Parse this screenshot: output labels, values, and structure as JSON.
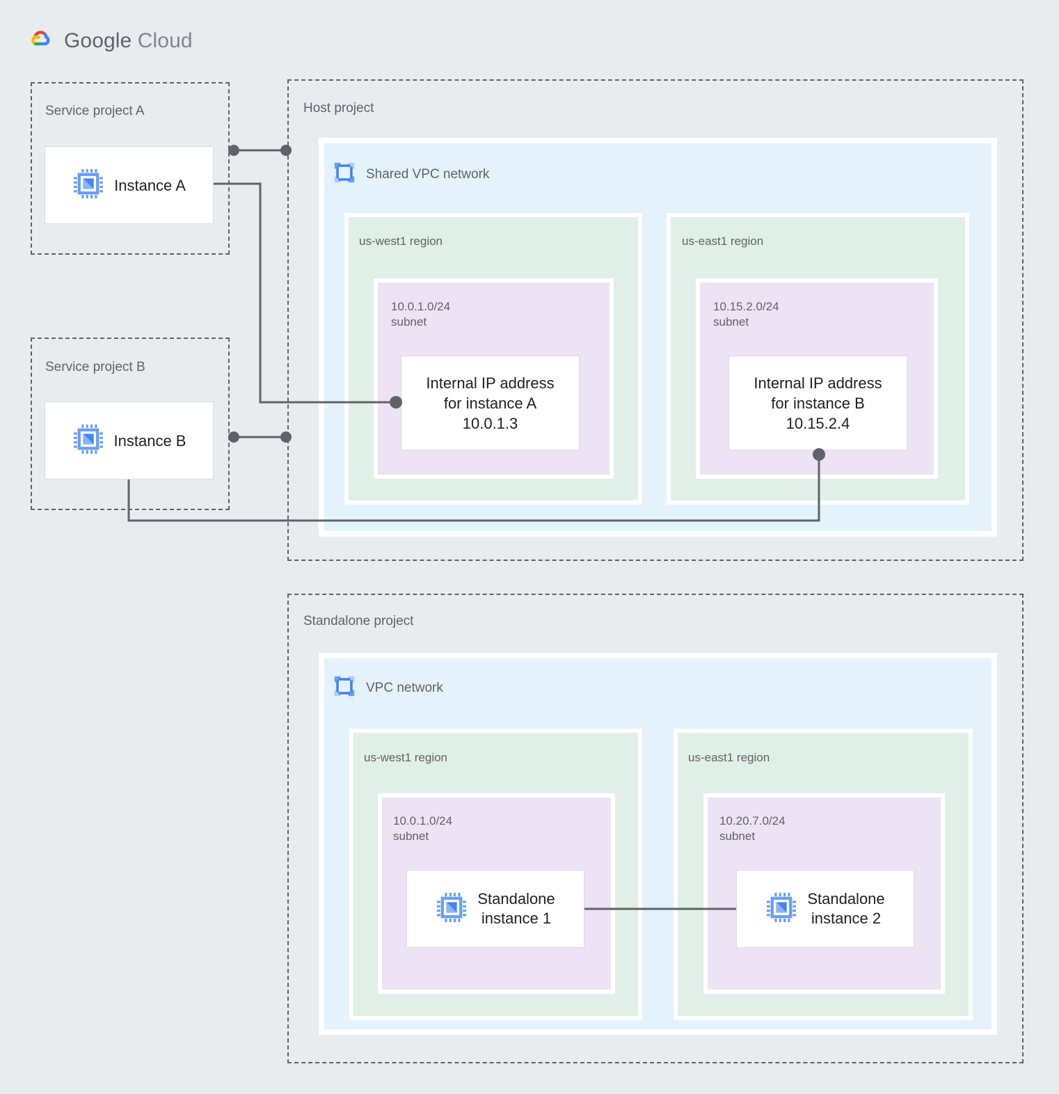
{
  "brand": {
    "name_bold": "Google",
    "name_light": "Cloud",
    "logo_icon": "google-cloud-logo-icon",
    "colors": {
      "logo_red": "#ea4335",
      "logo_blue": "#4285f4",
      "logo_yellow": "#fbbc05",
      "logo_green": "#34a853",
      "icon_blue": "#669df6",
      "icon_blue_light": "#aecbfa",
      "text_gray": "#5f6368",
      "text_dark": "#202124",
      "vpc_bg": "#e3f2fb",
      "region_bg": "#e0efe7",
      "subnet_bg": "#ece3f4",
      "page_bg": "#e8ecee",
      "connector": "#5f6368"
    }
  },
  "projects": {
    "service_a": {
      "label": "Service project A",
      "instance": {
        "label": "Instance A",
        "icon": "vm-instance-icon"
      }
    },
    "service_b": {
      "label": "Service project B",
      "instance": {
        "label": "Instance B",
        "icon": "vm-instance-icon"
      }
    },
    "host": {
      "label": "Host project",
      "network": {
        "title": "Shared VPC network",
        "icon": "vpc-network-icon",
        "regions": [
          {
            "label": "us-west1 region",
            "subnet": {
              "cidr": "10.0.1.0/24",
              "kind": "subnet",
              "node": {
                "text": "Internal IP address\nfor instance A\n10.0.1.3"
              }
            }
          },
          {
            "label": "us-east1 region",
            "subnet": {
              "cidr": "10.15.2.0/24",
              "kind": "subnet",
              "node": {
                "text": "Internal IP address\nfor instance B\n10.15.2.4"
              }
            }
          }
        ]
      }
    },
    "standalone": {
      "label": "Standalone project",
      "network": {
        "title": "VPC network",
        "icon": "vpc-network-icon",
        "regions": [
          {
            "label": "us-west1 region",
            "subnet": {
              "cidr": "10.0.1.0/24",
              "kind": "subnet",
              "node": {
                "text": "Standalone\ninstance 1",
                "icon": "vm-instance-icon"
              }
            }
          },
          {
            "label": "us-east1 region",
            "subnet": {
              "cidr": "10.20.7.0/24",
              "kind": "subnet",
              "node": {
                "text": "Standalone\ninstance 2",
                "icon": "vm-instance-icon"
              }
            }
          }
        ]
      }
    }
  }
}
